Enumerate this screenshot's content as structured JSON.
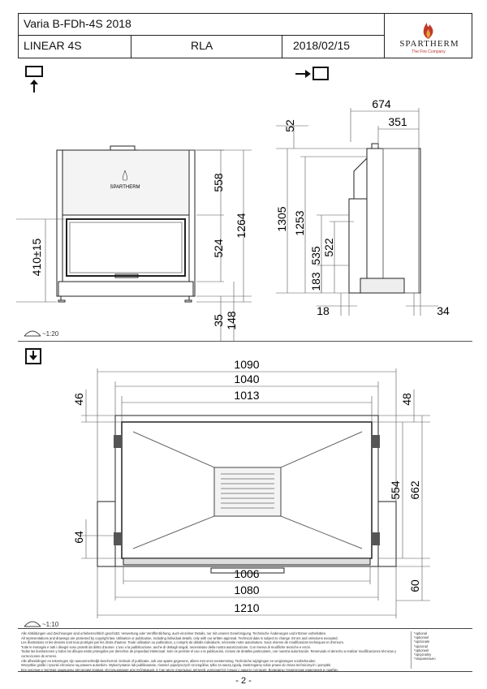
{
  "header": {
    "title": "Varia B-FDh-4S 2018",
    "model": "LINEAR 4S",
    "variant": "RLA",
    "date": "2018/02/15",
    "logo": {
      "brand": "SPARTHERM",
      "tagline": "The Fire Company",
      "icon": "flame-logo-icon"
    }
  },
  "view_icons": {
    "front": "front-view-icon",
    "side": "side-view-icon",
    "top": "top-view-icon"
  },
  "front_view": {
    "plate_text": "SPARTHERM",
    "dims": {
      "d558": "558",
      "d524": "524",
      "d1264": "1264",
      "d410": "410±15",
      "d35": "35",
      "d148": "148"
    }
  },
  "side_view": {
    "dims": {
      "d674": "674",
      "d351": "351",
      "d52": "52",
      "d1305": "1305",
      "d1253": "1253",
      "d535": "535",
      "d522": "522",
      "d183": "183",
      "d18": "18",
      "d34": "34"
    }
  },
  "scale_top": "~1:20",
  "top_view": {
    "dims": {
      "d1090": "1090",
      "d1040": "1040",
      "d1013": "1013",
      "d46": "46",
      "d48": "48",
      "d554": "554",
      "d662": "662",
      "d64": "64",
      "d1006": "1006",
      "d1080": "1080",
      "d1210": "1210",
      "d60": "60"
    }
  },
  "scale_bottom": "~1:10",
  "footer": {
    "legal": [
      "Alle Abbildungen und Zeichnungen sind urheberrechtlich geschützt. Verwertung oder Veröffentlichung, auch einzelner Details, nur mit unserer Genehmigung. Technische Änderungen und Irrtümer vorbehalten.",
      "All representations and drawings are protected by copyright law. Utilisation or publication, including individual details, only with our written approval. Technical data is subject to change. Errors and omissions excepted.",
      "Les illustrations et les dessins sont tous protégés par les droits d'auteur. Toute utilisation ou publication, y compris de détails individuels, nécessite notre autorisation. Sous réserve de modifications techniques et d'erreurs.",
      "Tutte le immagini e tutti i disegni sono protetti da diritto d'autore. L'uso o la pubblicazione, anche di dettagli singoli, necessitano della nostra autorizzazione. Con riserva di modifiche tecniche e errori.",
      "Todas las ilustraciones y todos los dibujos están protegidos por derechos de propiedad intelectual. Solo se permite el uso o la publicación, incluso de detalles particulares, con nuestra autorización. Reservado el derecho a realizar modificaciones técnicas y correcciones de errores.",
      "Alle afbeeldingen en tekeningen zijn auteursrechtelijk beschermd. Gebruik of publicatie, ook van aparte gegevens, alleen met onze toestemming. Technische wijzigingen en vergissingen voorbehouden.",
      "Wszystkie grafiki i rysunki chronione są prawem autorskim. Wykorzystanie lub publikowanie, również pojedynczych szczegółów, tylko za naszą zgodą. Zastrzegamy sobie prawo do zmian technicznych i pomyłek.",
      "Все рисунки и чертежи защищены авторским правом. Использование или публикация, в том числе отдельных деталей, допускается только с нашего согласия. Возможны технические изменения и ошибки."
    ],
    "options": [
      "*optional",
      "*optionnel",
      "*opzionale",
      "*opcional",
      "*optioneel",
      "*opcjonalny",
      "*опционально"
    ]
  },
  "page_number": "- 2 -"
}
